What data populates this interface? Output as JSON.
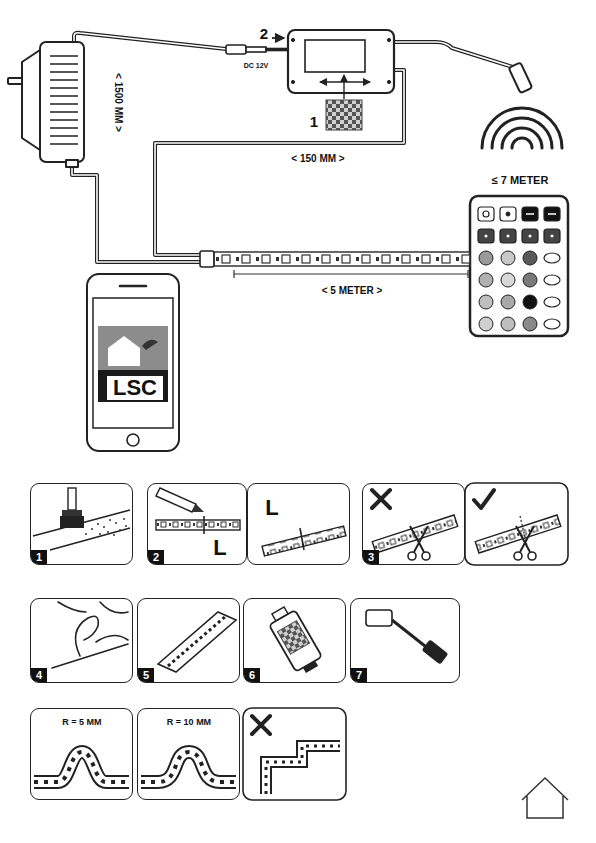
{
  "diagram": {
    "nodes": [
      {
        "text": [
          "LSC"
        ]
      },
      {
        "text": [
          "1"
        ]
      },
      {
        "text": [
          "2",
          "L"
        ]
      },
      {
        "text": [
          "L"
        ]
      },
      {
        "text": [
          "3"
        ]
      },
      {
        "text": [
          "4"
        ]
      },
      {
        "text": [
          "5"
        ]
      },
      {
        "text": [
          "6"
        ]
      },
      {
        "text": [
          "7"
        ]
      },
      {
        "text": [
          "R = 5 MM"
        ]
      },
      {
        "text": [
          "R = 10 MM"
        ]
      }
    ],
    "labels": [
      "< 1500 MM >",
      "2",
      "DC 12V",
      "1",
      "< 150 MM >",
      "≤ 7 METER",
      "< 5 METER >"
    ]
  }
}
